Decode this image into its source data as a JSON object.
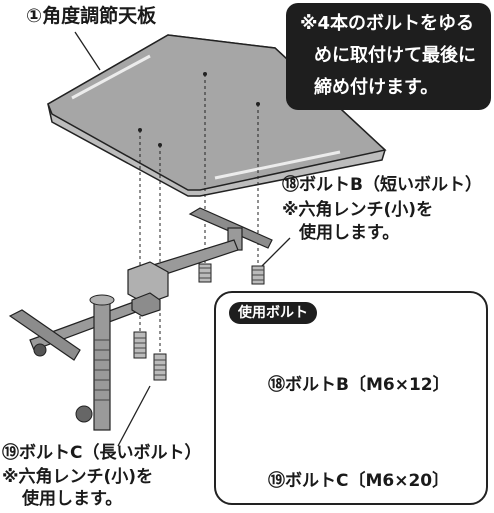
{
  "labels": {
    "part_top": "①角度調節天板",
    "note_lines": [
      "※4本のボルトをゆる",
      "めに取付けて最後に",
      "締め付けます。"
    ],
    "bolt_b_line1": "⑱ボルトB（短いボルト）",
    "bolt_b_line2": "※六角レンチ(小)を",
    "bolt_b_line3": "使用します。",
    "bolt_c_line1": "⑲ボルトC（長いボルト）",
    "bolt_c_line2": "※六角レンチ(小)を",
    "bolt_c_line3": "使用します。"
  },
  "inset": {
    "badge": "使用ボルト",
    "spec_b": "⑱ボルトB〔M6×12〕",
    "spec_c": "⑲ボルトC〔M6×20〕"
  },
  "colors": {
    "plate": "#a6a6a6",
    "plate_edge": "#6e6e6e",
    "metal": "#8c8c8c",
    "dark": "#222222",
    "thread": "#555555"
  }
}
